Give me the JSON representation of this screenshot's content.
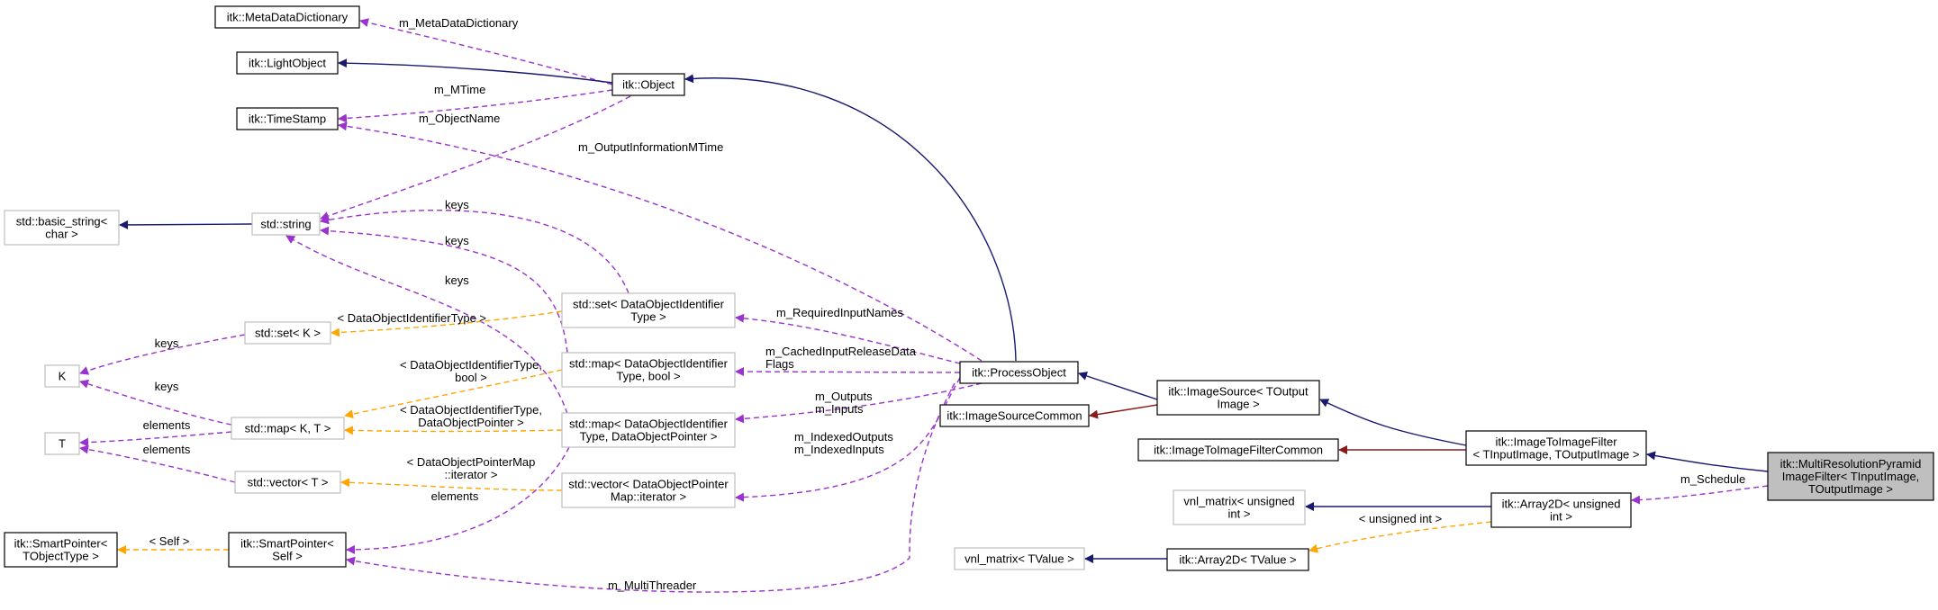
{
  "colors": {
    "inheritance": "#191970",
    "usage": "#9a32cd",
    "template": "#ffa500",
    "private": "#8b1a1a",
    "documented_border": "#000000",
    "undocumented_border": "#bfbfbf",
    "focus_fill": "#bfbfbf"
  },
  "nodes": {
    "metadatadict": {
      "lines": [
        "itk::MetaDataDictionary"
      ]
    },
    "lightobject": {
      "lines": [
        "itk::LightObject"
      ]
    },
    "timestamp": {
      "lines": [
        "itk::TimeStamp"
      ]
    },
    "object": {
      "lines": [
        "itk::Object"
      ]
    },
    "basicstring": {
      "lines": [
        "std::basic_string<",
        "char >"
      ]
    },
    "stdstring": {
      "lines": [
        "std::string"
      ]
    },
    "stdsetk": {
      "lines": [
        "std::set< K >"
      ]
    },
    "k": {
      "lines": [
        "K"
      ]
    },
    "t": {
      "lines": [
        "T"
      ]
    },
    "stdmapkt": {
      "lines": [
        "std::map< K, T >"
      ]
    },
    "stdvectort": {
      "lines": [
        "std::vector< T >"
      ]
    },
    "smartptrtobj": {
      "lines": [
        "itk::SmartPointer<",
        "TObjectType >"
      ]
    },
    "smartptrself": {
      "lines": [
        "itk::SmartPointer<",
        "Self >"
      ]
    },
    "stdsetdoi": {
      "lines": [
        "std::set< DataObjectIdentifier",
        "Type >"
      ]
    },
    "stdmapdoibool": {
      "lines": [
        "std::map< DataObjectIdentifier",
        "Type, bool >"
      ]
    },
    "stdmapdoiptr": {
      "lines": [
        "std::map< DataObjectIdentifier",
        "Type, DataObjectPointer >"
      ]
    },
    "stdvectorit": {
      "lines": [
        "std::vector< DataObjectPointer",
        "Map::iterator >"
      ]
    },
    "processobject": {
      "lines": [
        "itk::ProcessObject"
      ]
    },
    "imagesourcecommon": {
      "lines": [
        "itk::ImageSourceCommon"
      ]
    },
    "imagesource": {
      "lines": [
        "itk::ImageSource< TOutput",
        "Image >"
      ]
    },
    "i2icommon": {
      "lines": [
        "itk::ImageToImageFilterCommon"
      ]
    },
    "i2ifilter": {
      "lines": [
        "itk::ImageToImageFilter",
        "< TInputImage, TOutputImage >"
      ]
    },
    "multires": {
      "lines": [
        "itk::MultiResolutionPyramid",
        "ImageFilter< TInputImage,",
        "TOutputImage >"
      ]
    },
    "vnlunsigned": {
      "lines": [
        "vnl_matrix< unsigned",
        "int >"
      ]
    },
    "array2dunsigned": {
      "lines": [
        "itk::Array2D< unsigned",
        "int >"
      ]
    },
    "vnltvalue": {
      "lines": [
        "vnl_matrix< TValue >"
      ]
    },
    "array2dtvalue": {
      "lines": [
        "itk::Array2D< TValue >"
      ]
    }
  },
  "edge_labels": {
    "m_metadatadictionary": [
      "m_MetaDataDictionary"
    ],
    "m_mtime": [
      "m_MTime"
    ],
    "m_objectname": [
      "m_ObjectName"
    ],
    "m_outputinformationmtime": [
      "m_OutputInformationMTime"
    ],
    "keys_set_string": [
      "keys"
    ],
    "keys_mapbool_string": [
      "keys"
    ],
    "keys_mapptr_string": [
      "keys"
    ],
    "keys_set_k": [
      "keys"
    ],
    "keys_map_k": [
      "keys"
    ],
    "elements_map_t": [
      "elements"
    ],
    "elements_vector_t": [
      "elements"
    ],
    "elements_mapptr_smart": [
      "elements"
    ],
    "tpl_set": [
      "< DataObjectIdentifierType >"
    ],
    "tpl_mapbool": [
      "< DataObjectIdentifierType,",
      "bool >"
    ],
    "tpl_mapptr": [
      "< DataObjectIdentifierType,",
      "DataObjectPointer >"
    ],
    "tpl_vector": [
      "< DataObjectPointerMap",
      "::iterator >"
    ],
    "tpl_self": [
      "< Self >"
    ],
    "tpl_unsigned": [
      "< unsigned int >"
    ],
    "m_requiredinputnames": [
      "m_RequiredInputNames"
    ],
    "m_cachedinput": [
      "m_CachedInputReleaseData",
      "Flags"
    ],
    "m_outputs_inputs": [
      "m_Outputs",
      "m_Inputs"
    ],
    "m_indexed": [
      "m_IndexedOutputs",
      "m_IndexedInputs"
    ],
    "m_multithreader": [
      "m_MultiThreader"
    ],
    "m_schedule": [
      "m_Schedule"
    ]
  }
}
